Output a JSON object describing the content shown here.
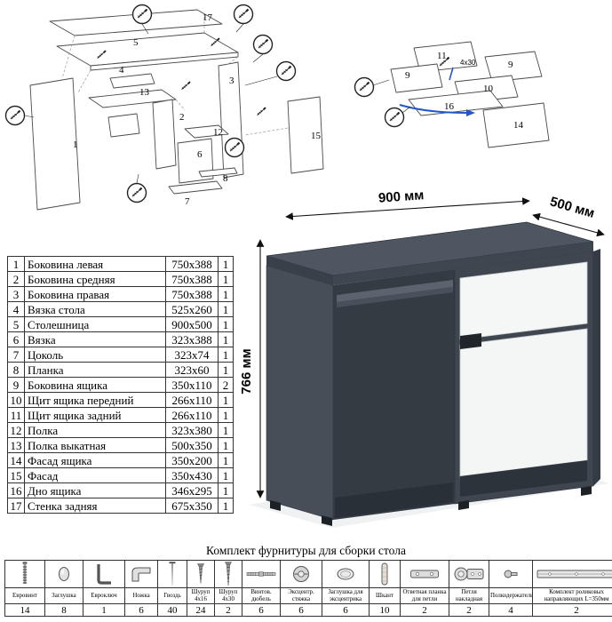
{
  "exploded_main": {
    "callouts": [
      "1",
      "2",
      "3",
      "4",
      "5",
      "6",
      "7",
      "8",
      "12",
      "13",
      "15",
      "17"
    ]
  },
  "exploded_drawer": {
    "callouts": [
      "9",
      "11",
      "9",
      "10",
      "16",
      "14"
    ],
    "screw_label": "4х30"
  },
  "desk": {
    "width_label": "900 мм",
    "depth_label": "500 мм",
    "height_label": "766 мм"
  },
  "parts_table": {
    "rows": [
      {
        "num": "1",
        "name": "Боковина левая",
        "size": "750х388",
        "qty": "1"
      },
      {
        "num": "2",
        "name": "Боковина средняя",
        "size": "750х388",
        "qty": "1"
      },
      {
        "num": "3",
        "name": "Боковина правая",
        "size": "750х388",
        "qty": "1"
      },
      {
        "num": "4",
        "name": "Вязка стола",
        "size": "525х260",
        "qty": "1"
      },
      {
        "num": "5",
        "name": "Столешница",
        "size": "900х500",
        "qty": "1"
      },
      {
        "num": "6",
        "name": "Вязка",
        "size": "323х388",
        "qty": "1"
      },
      {
        "num": "7",
        "name": "Цоколь",
        "size": "323х74",
        "qty": "1"
      },
      {
        "num": "8",
        "name": "Планка",
        "size": "323х60",
        "qty": "1"
      },
      {
        "num": "9",
        "name": "Боковина ящика",
        "size": "350х110",
        "qty": "2"
      },
      {
        "num": "10",
        "name": "Щит ящика передний",
        "size": "266х110",
        "qty": "1"
      },
      {
        "num": "11",
        "name": "Щит ящика задний",
        "size": "266х110",
        "qty": "1"
      },
      {
        "num": "12",
        "name": "Полка",
        "size": "323х380",
        "qty": "1"
      },
      {
        "num": "13",
        "name": "Полка выкатная",
        "size": "500х350",
        "qty": "1"
      },
      {
        "num": "14",
        "name": "Фасад ящика",
        "size": "350х200",
        "qty": "1"
      },
      {
        "num": "15",
        "name": "Фасад",
        "size": "350х430",
        "qty": "1"
      },
      {
        "num": "16",
        "name": "Дно ящика",
        "size": "346х295",
        "qty": "1"
      },
      {
        "num": "17",
        "name": "Стенка задняя",
        "size": "675х350",
        "qty": "1"
      }
    ]
  },
  "hardware": {
    "title": "Комплект фурнитуры для сборки стола",
    "items": [
      {
        "name": "Евровинт",
        "qty": "14",
        "icon": "euro-screw-icon"
      },
      {
        "name": "Заглушка",
        "qty": "8",
        "icon": "cap-plug-icon"
      },
      {
        "name": "Евроключ",
        "qty": "1",
        "icon": "hex-key-icon"
      },
      {
        "name": "Ножка",
        "qty": "6",
        "icon": "furniture-foot-icon"
      },
      {
        "name": "Гвоздь",
        "qty": "40",
        "icon": "nail-icon"
      },
      {
        "name": "Шуруп 4х16",
        "qty": "24",
        "icon": "screw-short-icon"
      },
      {
        "name": "Шуруп 4х30",
        "qty": "2",
        "icon": "screw-long-icon"
      },
      {
        "name": "Винтов. дюбель",
        "qty": "6",
        "icon": "double-thread-dowel-icon"
      },
      {
        "name": "Эксцентр. стяжка",
        "qty": "6",
        "icon": "cam-lock-icon"
      },
      {
        "name": "Заглушка для эксцентрика",
        "qty": "6",
        "icon": "cam-cap-icon"
      },
      {
        "name": "Шкант",
        "qty": "10",
        "icon": "wood-dowel-icon"
      },
      {
        "name": "Ответная планка для петли",
        "qty": "2",
        "icon": "hinge-plate-icon"
      },
      {
        "name": "Петля накладная",
        "qty": "2",
        "icon": "hinge-icon"
      },
      {
        "name": "Полкодержатель",
        "qty": "4",
        "icon": "shelf-pin-icon"
      },
      {
        "name": "Комплект роликовых направляющих L=350мм",
        "qty": "2",
        "icon": "drawer-slide-icon"
      }
    ]
  }
}
